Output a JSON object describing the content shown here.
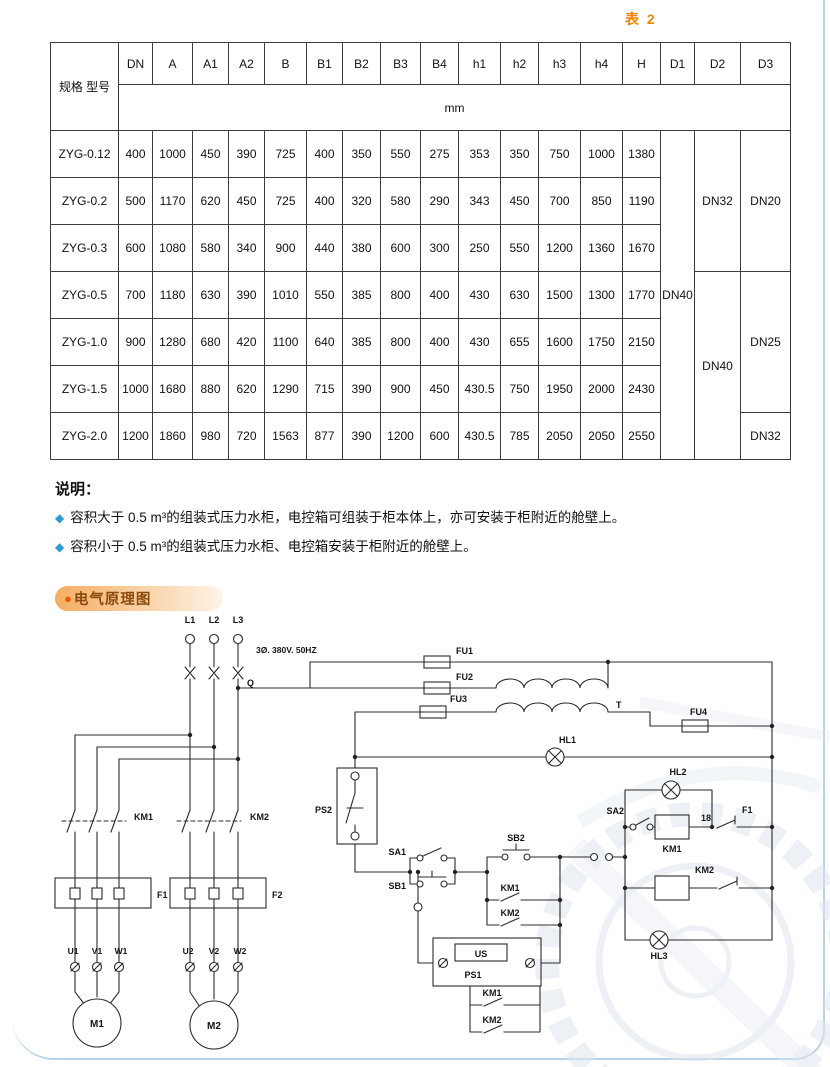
{
  "page": {
    "table_caption": "表 2"
  },
  "table": {
    "spec_label": "规格 型号",
    "unit": "mm",
    "columns": [
      "DN",
      "A",
      "A1",
      "A2",
      "B",
      "B1",
      "B2",
      "B3",
      "B4",
      "h1",
      "h2",
      "h3",
      "h4",
      "H",
      "D1",
      "D2",
      "D3"
    ],
    "rows": [
      {
        "model": "ZYG-0.12",
        "values": [
          "400",
          "1000",
          "450",
          "390",
          "725",
          "400",
          "350",
          "550",
          "275",
          "353",
          "350",
          "750",
          "1000",
          "1380"
        ]
      },
      {
        "model": "ZYG-0.2",
        "values": [
          "500",
          "1170",
          "620",
          "450",
          "725",
          "400",
          "320",
          "580",
          "290",
          "343",
          "450",
          "700",
          "850",
          "1190"
        ]
      },
      {
        "model": "ZYG-0.3",
        "values": [
          "600",
          "1080",
          "580",
          "340",
          "900",
          "440",
          "380",
          "600",
          "300",
          "250",
          "550",
          "1200",
          "1360",
          "1670"
        ]
      },
      {
        "model": "ZYG-0.5",
        "values": [
          "700",
          "1180",
          "630",
          "390",
          "1010",
          "550",
          "385",
          "800",
          "400",
          "430",
          "630",
          "1500",
          "1300",
          "1770"
        ]
      },
      {
        "model": "ZYG-1.0",
        "values": [
          "900",
          "1280",
          "680",
          "420",
          "1100",
          "640",
          "385",
          "800",
          "400",
          "430",
          "655",
          "1600",
          "1750",
          "2150"
        ]
      },
      {
        "model": "ZYG-1.5",
        "values": [
          "1000",
          "1680",
          "880",
          "620",
          "1290",
          "715",
          "390",
          "900",
          "450",
          "430.5",
          "750",
          "1950",
          "2000",
          "2430"
        ]
      },
      {
        "model": "ZYG-2.0",
        "values": [
          "1200",
          "1860",
          "980",
          "720",
          "1563",
          "877",
          "390",
          "1200",
          "600",
          "430.5",
          "785",
          "2050",
          "2050",
          "2550"
        ]
      }
    ],
    "merges": [
      {
        "row": 0,
        "span": 7,
        "value": "DN40"
      },
      {
        "row": 0,
        "span": 3,
        "value": "DN32"
      },
      {
        "row": 0,
        "span": 3,
        "value": "DN20"
      },
      {
        "row": 3,
        "span": 4,
        "value": "DN40"
      },
      {
        "row": 3,
        "span": 3,
        "value": "DN25"
      },
      {
        "row": 6,
        "span": 1,
        "value": "DN32"
      }
    ]
  },
  "notes": {
    "title": "说明：",
    "bullet": "◆",
    "items": [
      "容积大于 0.5 m³的组装式压力水柜，电控箱可组装于柜本体上，亦可安装于柜附近的舱壁上。",
      "容积小于 0.5 m³的组装式压力水柜、电控箱安装于柜附近的舱壁上。"
    ]
  },
  "section": {
    "bullet": "●",
    "title": "电气原理图"
  },
  "schematic": {
    "phases": [
      "L1",
      "L2",
      "L3"
    ],
    "supply_label": "3Ø. 380V. 50HZ",
    "breaker": "Q",
    "fu1": "FU1",
    "fu2": "FU2",
    "fu3": "FU3",
    "fu4": "FU4",
    "transformer": "T",
    "hl1": "HL1",
    "hl2": "HL2",
    "hl3": "HL3",
    "ps1": "PS1",
    "ps2": "PS2",
    "us": "US",
    "sa1": "SA1",
    "sa2": "SA2",
    "sb1": "SB1",
    "sb2": "SB2",
    "km1": "KM1",
    "km2": "KM2",
    "f1": "F1",
    "f2": "F2",
    "terminal_18": "18",
    "u1": "U1",
    "v1": "V1",
    "w1": "W1",
    "u2": "U2",
    "v2": "V2",
    "w2": "W2",
    "m1": "M1",
    "m2": "M2"
  }
}
